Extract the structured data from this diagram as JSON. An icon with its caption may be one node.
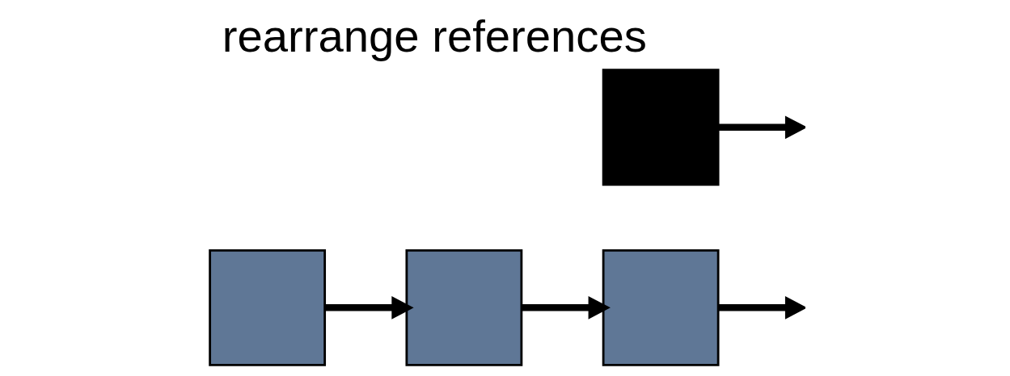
{
  "diagram": {
    "title": "rearrange references",
    "nodes": [
      {
        "text": [],
        "shape": "box"
      },
      {
        "text": [],
        "shape": "box"
      },
      {
        "text": [],
        "shape": "box"
      },
      {
        "text": [],
        "shape": "box"
      }
    ],
    "edges": [
      {
        "from": 0,
        "to": null,
        "arrow": "to"
      },
      {
        "from": 1,
        "to": 2,
        "arrow": "to"
      },
      {
        "from": 2,
        "to": 3,
        "arrow": "to"
      },
      {
        "from": 3,
        "to": null,
        "arrow": "to"
      }
    ]
  }
}
